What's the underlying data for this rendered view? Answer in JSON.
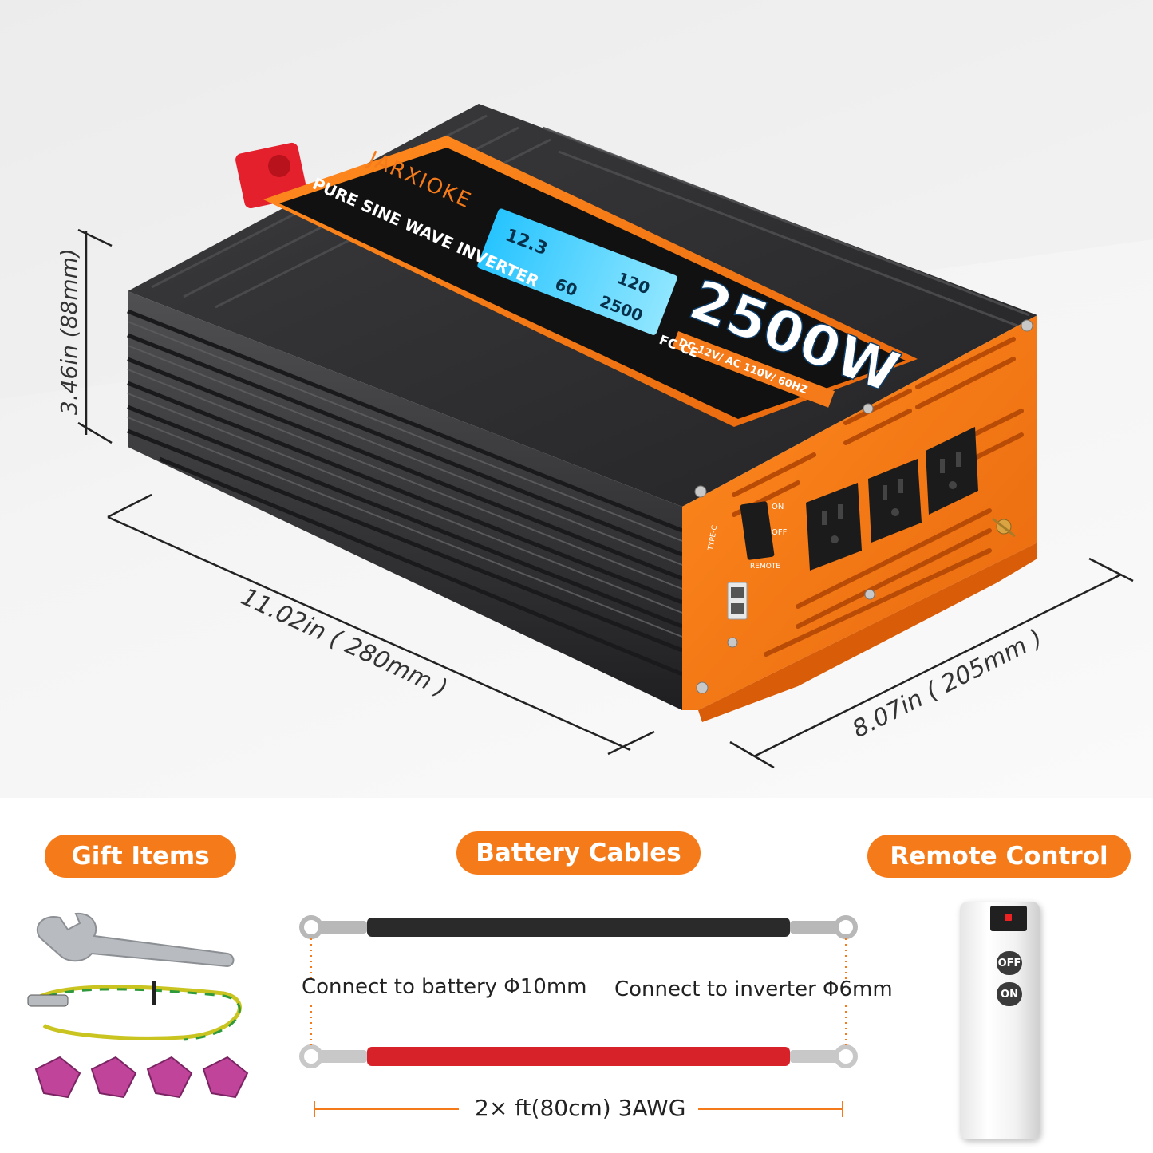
{
  "product": {
    "brand": "JARXIOKE",
    "subtitle": "PURE SINE WAVE INVERTER",
    "power": "2500W",
    "specs": "DC 12V/ AC 110V/ 60HZ",
    "lcd_voltage": "12.3",
    "lcd_freq": "60",
    "lcd_out_voltage": "120",
    "lcd_out_power": "2500",
    "panel_labels": {
      "on": "ON",
      "off": "OFF",
      "remote": "REMOTE",
      "type_c": "TYPE-C"
    }
  },
  "dimensions": {
    "height": "3.46in (88mm)",
    "length": "11.02in ( 280mm )",
    "width": "8.07in ( 205mm )"
  },
  "sections": {
    "gift_items": "Gift Items",
    "battery_cables": "Battery Cables",
    "remote_control": "Remote Control"
  },
  "cables": {
    "battery_end": "Connect to battery  Φ10mm",
    "inverter_end": "Connect to inverter Φ6mm",
    "spec": "2× ft(80cm) 3AWG"
  },
  "remote": {
    "off_label": "OFF",
    "on_label": "ON"
  },
  "colors": {
    "accent": "#f57b1a",
    "heatsink": "#2e2e30",
    "red_cable": "#d8222a",
    "black_cable": "#2a2a2a"
  }
}
